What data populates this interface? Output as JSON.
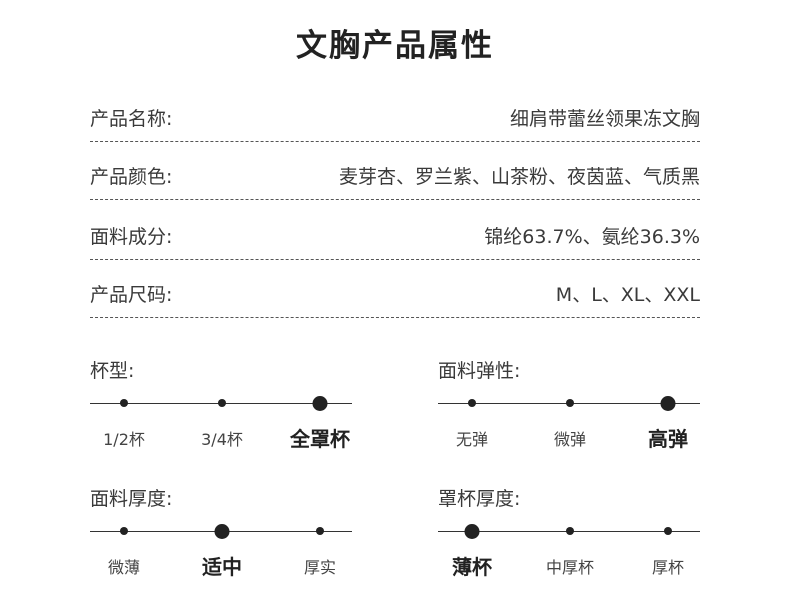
{
  "title": "文胸产品属性",
  "attributes": [
    {
      "label": "产品名称:",
      "value": "细肩带蕾丝领果冻文胸"
    },
    {
      "label": "产品颜色:",
      "value": "麦芽杏、罗兰紫、山茶粉、夜茵蓝、气质黑"
    },
    {
      "label": "面料成分:",
      "value": "锦纶63.7%、氨纶36.3%"
    },
    {
      "label": "产品尺码:",
      "value": "M、L、XL、XXL"
    }
  ],
  "scales": [
    {
      "label": "杯型:",
      "options": [
        "1/2杯",
        "3/4杯",
        "全罩杯"
      ],
      "selected": 2
    },
    {
      "label": "面料弹性:",
      "options": [
        "无弹",
        "微弹",
        "高弹"
      ],
      "selected": 2
    },
    {
      "label": "面料厚度:",
      "options": [
        "微薄",
        "适中",
        "厚实"
      ],
      "selected": 1
    },
    {
      "label": "罩杯厚度:",
      "options": [
        "薄杯",
        "中厚杯",
        "厚杯"
      ],
      "selected": 0
    }
  ]
}
